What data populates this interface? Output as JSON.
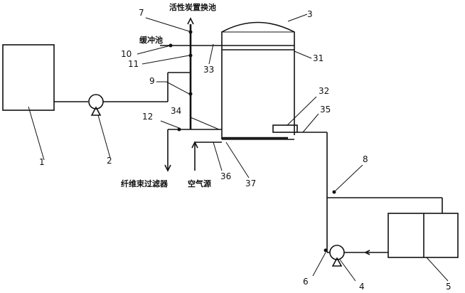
{
  "diagram": {
    "labels": {
      "n1": "1",
      "n2": "2",
      "n3": "3",
      "n4": "4",
      "n5": "5",
      "n6": "6",
      "n7": "7",
      "n8": "8",
      "n9": "9",
      "n10": "10",
      "n11": "11",
      "n12": "12",
      "n31": "31",
      "n32": "32",
      "n33": "33",
      "n34": "34",
      "n35": "35",
      "n36": "36",
      "n37": "37"
    },
    "text": {
      "carbon_pool": "活性炭置换池",
      "buffer_pool": "缓冲池",
      "fiber_filter": "纤维束过滤器",
      "air_source": "空气源"
    }
  }
}
